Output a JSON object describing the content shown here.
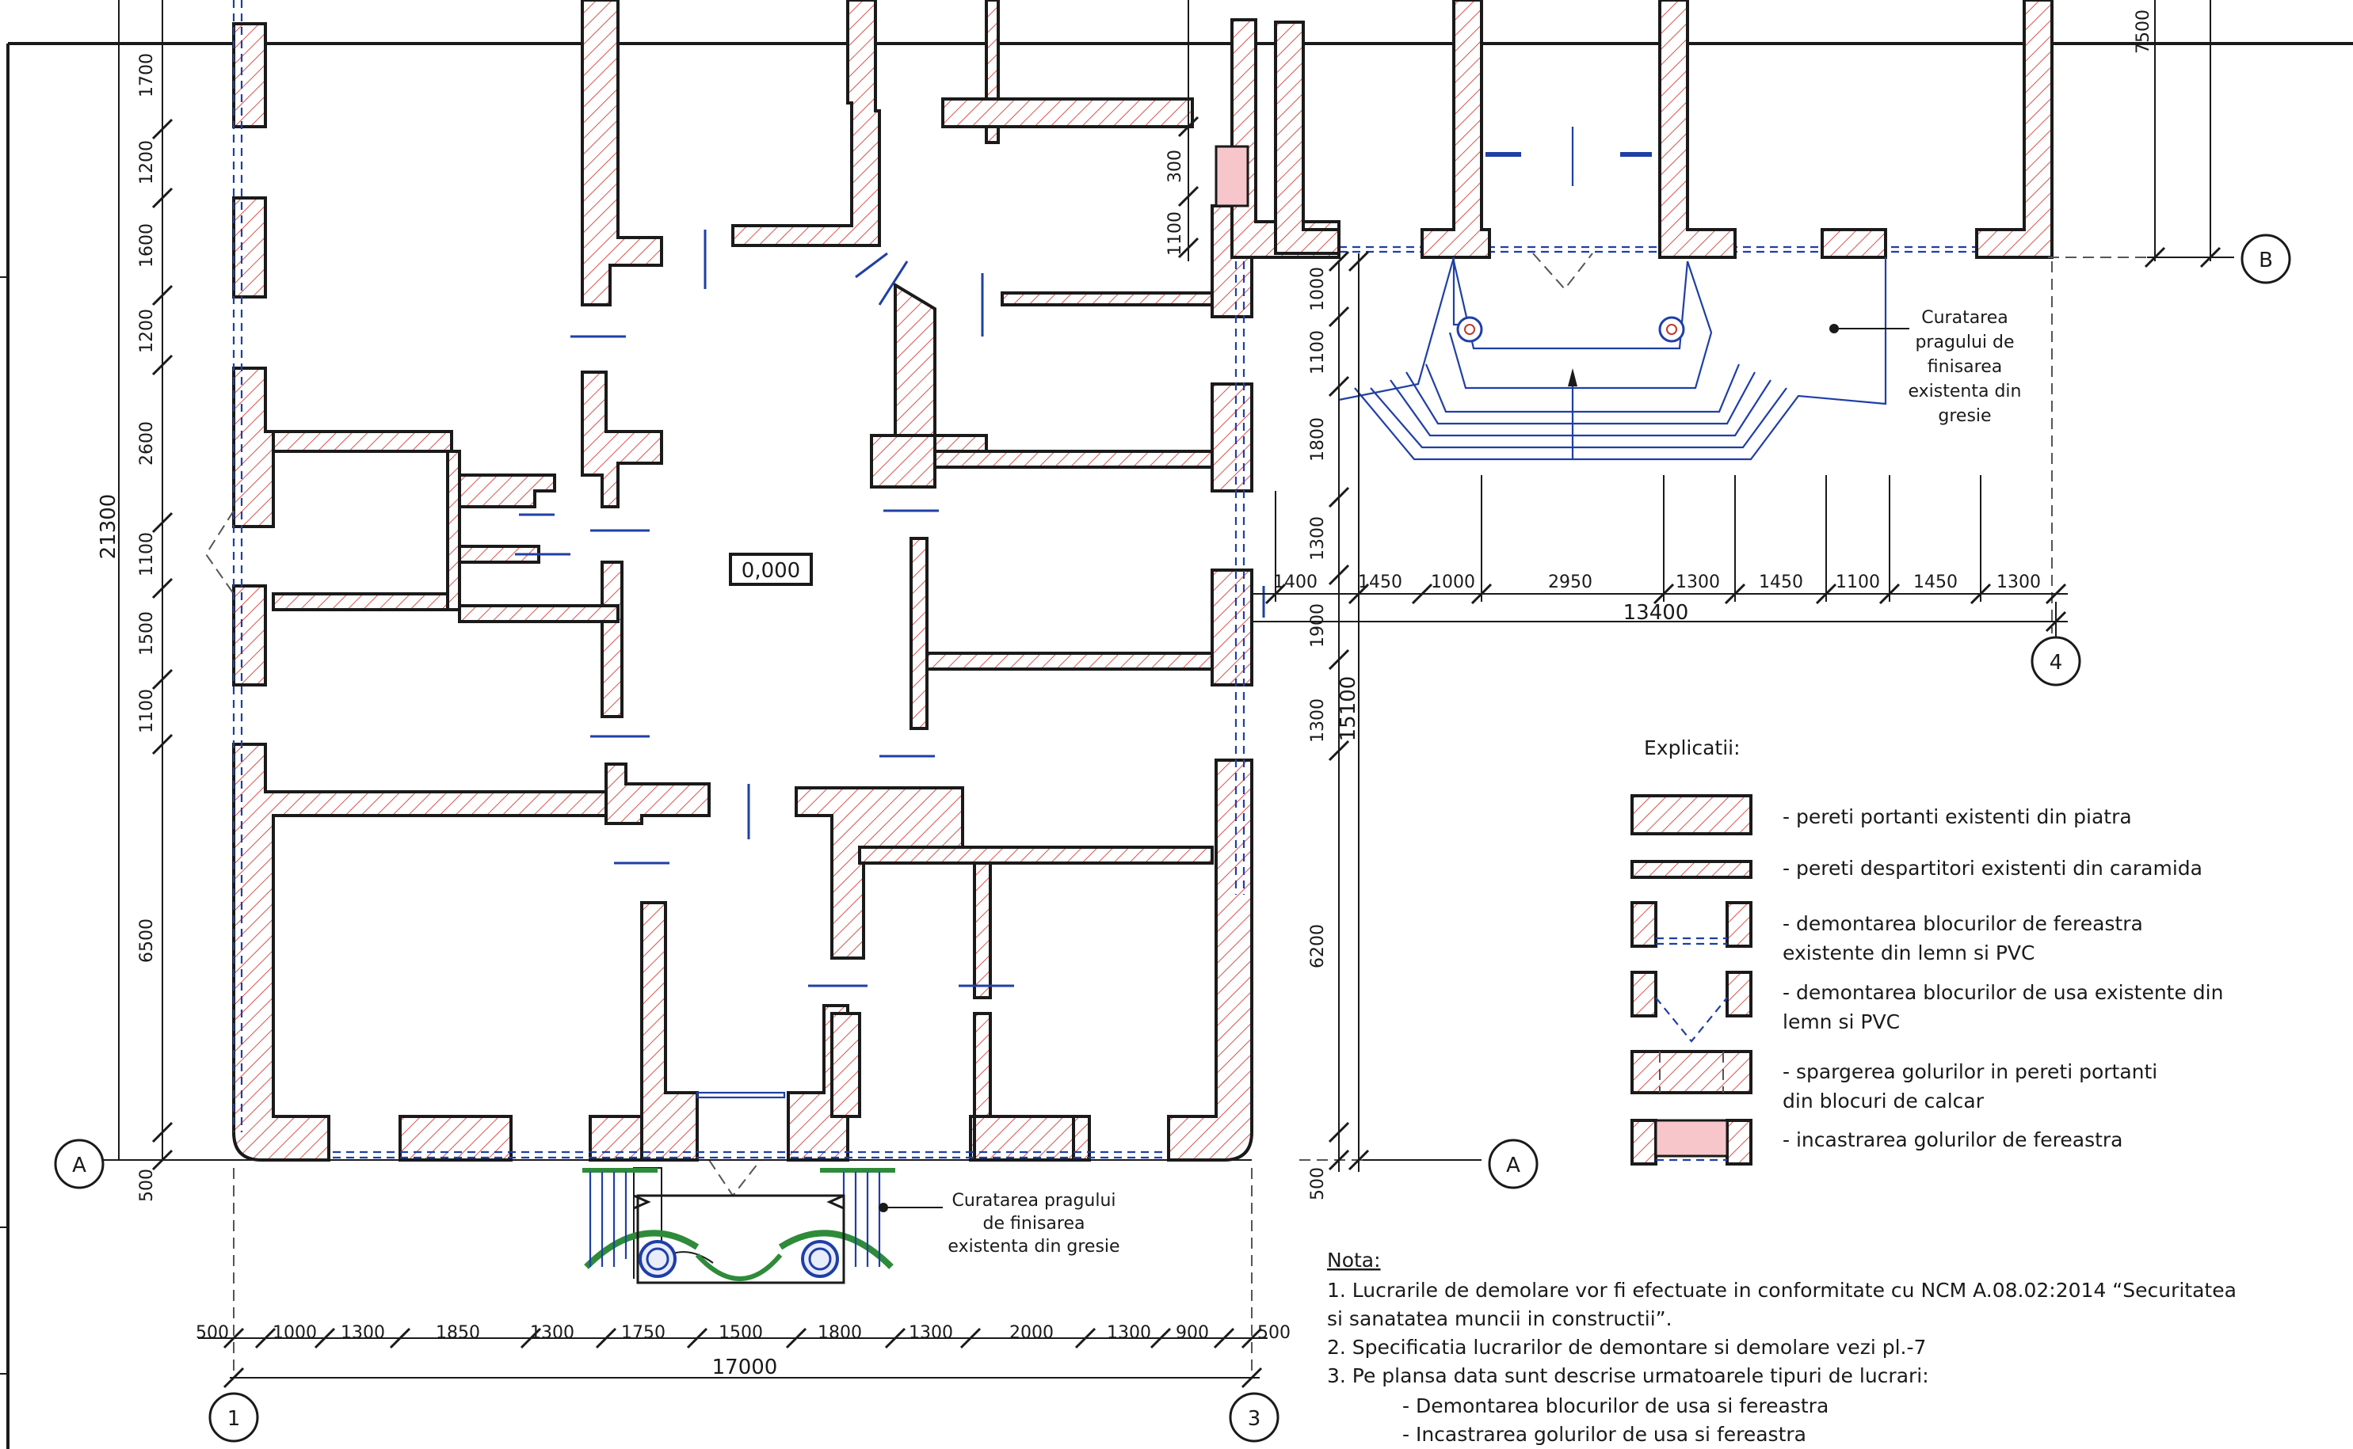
{
  "floor_level": "0,000",
  "axes": {
    "A": "A",
    "B": "B",
    "one": "1",
    "three": "3",
    "four": "4"
  },
  "dims_left": [
    "1700",
    "1200",
    "1600",
    "1200",
    "2600",
    "1100",
    "1500",
    "1100",
    "6500",
    "500"
  ],
  "dim_left_total": "21300",
  "dims_mid_top": [
    "300",
    "1100"
  ],
  "dims_mid": [
    "1000",
    "1100",
    "1800",
    "1300",
    "1900",
    "1300",
    "6200",
    "500"
  ],
  "dim_mid_total": "15100",
  "dim_top_right": "7500",
  "dims_bottom": [
    "500",
    "1000",
    "1300",
    "1850",
    "1300",
    "1750",
    "1500",
    "1800",
    "1300",
    "2000",
    "1300",
    "900",
    "500"
  ],
  "dim_bottom_total": "17000",
  "dims_right": [
    "1400",
    "1450",
    "1000",
    "2950",
    "1300",
    "1450",
    "1100",
    "1450",
    "1300"
  ],
  "dim_right_total": "13400",
  "callout_bottom": [
    "Curatarea pragului",
    "de finisarea",
    "existenta din gresie"
  ],
  "callout_right": [
    "Curatarea",
    "pragului de",
    "finisarea",
    "existenta din",
    "gresie"
  ],
  "legend": {
    "title": "Explicatii:",
    "items": [
      {
        "text": "- pereti portanti existenti din piatra"
      },
      {
        "text": "- pereti despartitori existenti din caramida"
      },
      {
        "text": "- demontarea blocurilor de fereastra",
        "text2": "existente din lemn si PVC"
      },
      {
        "text": "- demontarea blocurilor de usa existente din",
        "text2": "lemn si PVC"
      },
      {
        "text": "- spargerea golurilor in pereti portanti",
        "text2": "din blocuri de calcar"
      },
      {
        "text": "- incastrarea golurilor de fereastra"
      }
    ]
  },
  "notes": {
    "title": "Nota:",
    "lines": [
      "1. Lucrarile de demolare vor fi efectuate in conformitate cu NCM A.08.02:2014 “Securitatea",
      "si sanatatea muncii in constructii”.",
      "2. Specificatia lucrarilor de demontare si demolare vezi pl.-7",
      "3. Pe plansa data sunt descrise urmatoarele tipuri de lucrari:",
      "- Demontarea blocurilor de usa si fereastra",
      "- Incastrarea golurilor de usa si fereastra"
    ]
  },
  "colors": {
    "hatch": "#d9534f",
    "infill": "#f6c6cb",
    "blue": "#1f3fa6",
    "green": "#2e8b3a"
  }
}
